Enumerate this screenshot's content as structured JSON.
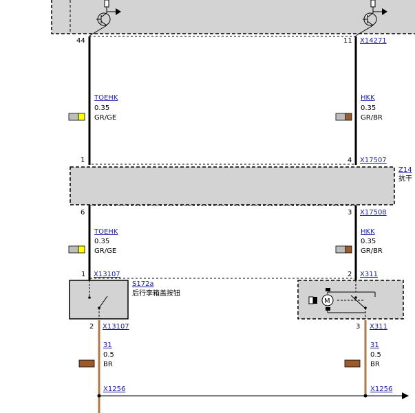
{
  "colors": {
    "wire_black": "#000000",
    "wire_brown": "#b07a45",
    "module_fill": "#d3d3d3",
    "link": "#1a1aa6",
    "swatch_grey": "#bdbdbd",
    "swatch_yellow": "#ffff00",
    "swatch_brown": "#9c5b2c"
  },
  "top_module": {
    "pin_left": "44",
    "pin_right": "11",
    "connector": "X14271"
  },
  "upper_wires": {
    "left": {
      "name": "TOEHK",
      "gauge": "0.35",
      "color_code": "GR/GE"
    },
    "right": {
      "name": "HKK",
      "gauge": "0.35",
      "color_code": "GR/BR"
    }
  },
  "mid_module": {
    "pin_top_left": "1",
    "pin_top_right": "4",
    "connector_top": "X17507",
    "label_partial": "Z14",
    "desc_partial": "抗干",
    "pin_bottom_left": "6",
    "pin_bottom_right": "3",
    "connector_bottom": "X17508"
  },
  "lower_wires": {
    "left": {
      "name": "TOEHK",
      "gauge": "0.35",
      "color_code": "GR/GE"
    },
    "right": {
      "name": "HKK",
      "gauge": "0.35",
      "color_code": "GR/BR"
    }
  },
  "switch": {
    "pin_top": "1",
    "connector_top": "X13107",
    "label": "S172a",
    "desc": "后行李箱盖按钮",
    "pin_bottom": "2",
    "connector_bottom": "X13107"
  },
  "motor": {
    "pin_top": "2",
    "connector_top": "X311",
    "pin_bottom": "3",
    "connector_bottom": "X311"
  },
  "ground_wires": {
    "left": {
      "name": "31",
      "gauge": "0.5",
      "color_code": "BR"
    },
    "right": {
      "name": "31",
      "gauge": "0.5",
      "color_code": "BR"
    }
  },
  "ground_bus": {
    "connector_left": "X1256",
    "connector_right": "X1256"
  }
}
